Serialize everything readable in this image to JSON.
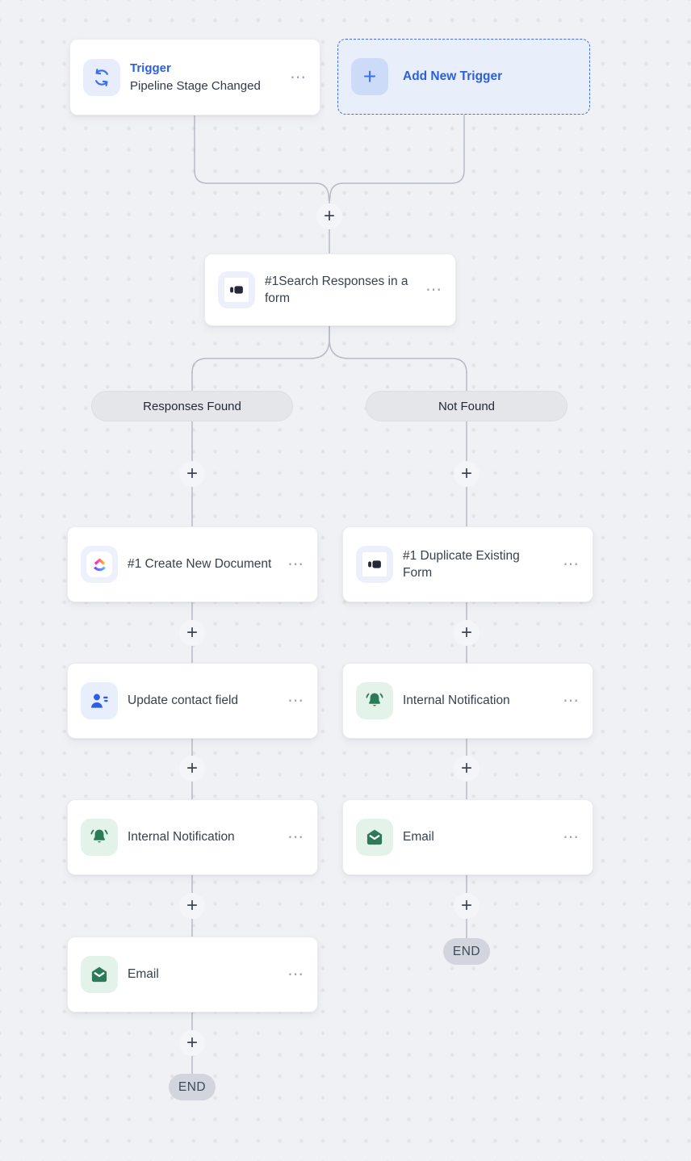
{
  "canvas": {
    "bg": "#f0f1f5",
    "dot_color": "#e4e4e7",
    "connector_color": "#b6bac4"
  },
  "colors": {
    "accent_blue": "#2b5fe0",
    "icon_blue": "#3b6ef3",
    "green": "#2c7a57",
    "green_bg": "#e3f3ea",
    "blue_bg": "#e8eefc",
    "pill_bg": "#e5e6ea",
    "end_bg": "#d2d5dd"
  },
  "trigger": {
    "title": "Trigger",
    "subtitle": "Pipeline Stage Changed",
    "icon": "sync-icon"
  },
  "add_trigger": {
    "label": "Add New Trigger",
    "plus": "+",
    "icon": "plus-icon"
  },
  "search_node": {
    "title": "#1Search Responses in a form",
    "icon": "form-icon"
  },
  "branch_labels": {
    "left": "Responses Found",
    "right": "Not Found"
  },
  "left_nodes": [
    {
      "title": "#1 Create New Document",
      "icon": "clickup-icon"
    },
    {
      "title": "Update contact field",
      "icon": "contact-icon"
    },
    {
      "title": "Internal Notification",
      "icon": "bell-icon"
    },
    {
      "title": "Email",
      "icon": "mail-icon"
    }
  ],
  "right_nodes": [
    {
      "title": "#1 Duplicate Existing Form",
      "icon": "form-icon"
    },
    {
      "title": "Internal Notification",
      "icon": "bell-icon"
    },
    {
      "title": "Email",
      "icon": "mail-icon"
    }
  ],
  "plus_label": "+",
  "menu_icon": "⋯",
  "end_label": "END"
}
